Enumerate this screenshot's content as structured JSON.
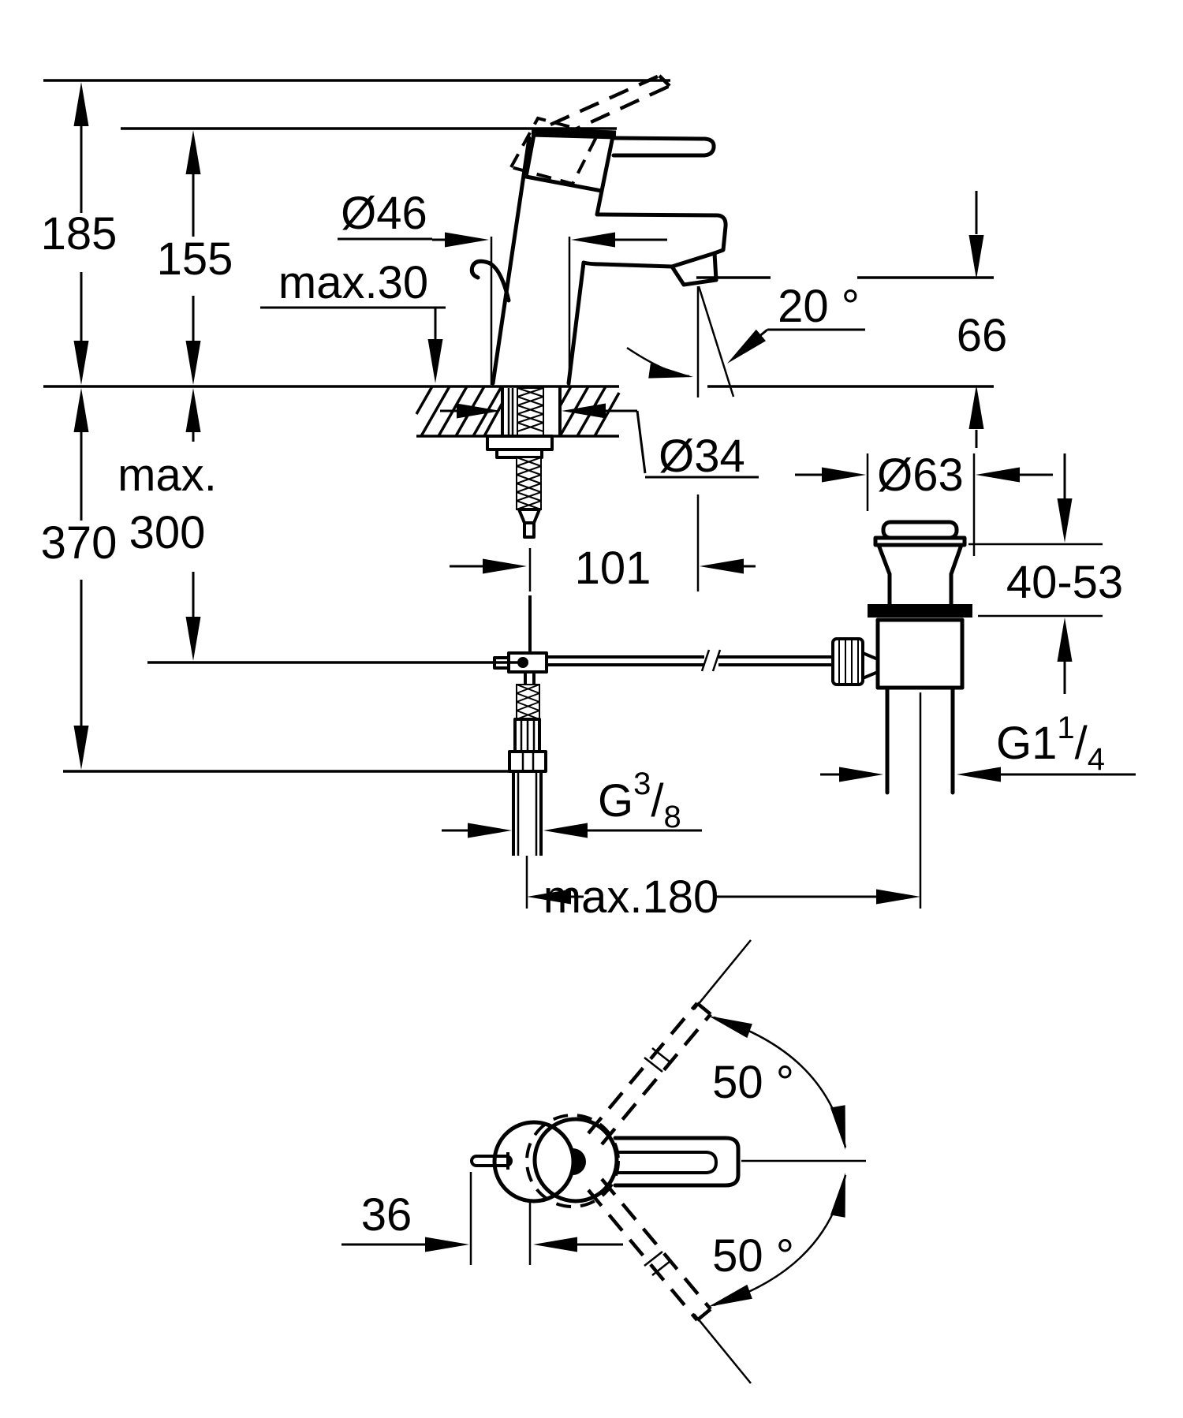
{
  "drawing": {
    "product": "single-lever basin mixer with pop-up waste",
    "views": {
      "front": {
        "dims": {
          "height_total": "185",
          "height_to_body": "155",
          "base_diameter": "Ø46",
          "deck_thickness": "max.30",
          "spout_angle": "20 °",
          "outlet_height": "66",
          "hole_diameter": "Ø34",
          "waste_head_diameter": "Ø63",
          "hose_length_word": "max.",
          "hose_length_value": "300",
          "total_depth": "370",
          "spout_projection": "101",
          "clamping_range": "40-53",
          "waste_thread": {
            "base": "G1",
            "sup": "1",
            "slash": "/",
            "sub": "4"
          },
          "supply_thread": {
            "base": "G",
            "sup": "3",
            "slash": "/",
            "sub": "8"
          },
          "waste_offset": "max.180"
        }
      },
      "top": {
        "dims": {
          "swing_up": "50 °",
          "swing_down": "50 °",
          "rod_offset": "36"
        }
      }
    },
    "colors": {
      "ink": "#000000",
      "paper": "#ffffff"
    }
  }
}
